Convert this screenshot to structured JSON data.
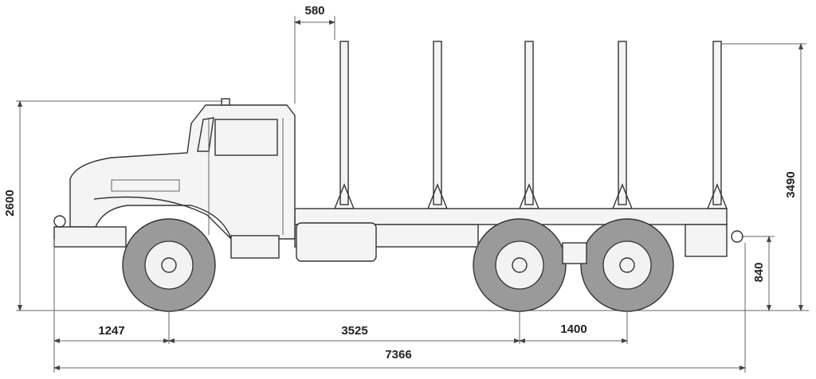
{
  "title": "Timber truck side view dimensional drawing",
  "dimensions": {
    "stake_spacing": "580",
    "cab_height": "2600",
    "overall_height": "3490",
    "coupling_height": "840",
    "front_overhang": "1247",
    "wheelbase": "3525",
    "rear_axle_spacing": "1400",
    "overall_length": "7366"
  }
}
